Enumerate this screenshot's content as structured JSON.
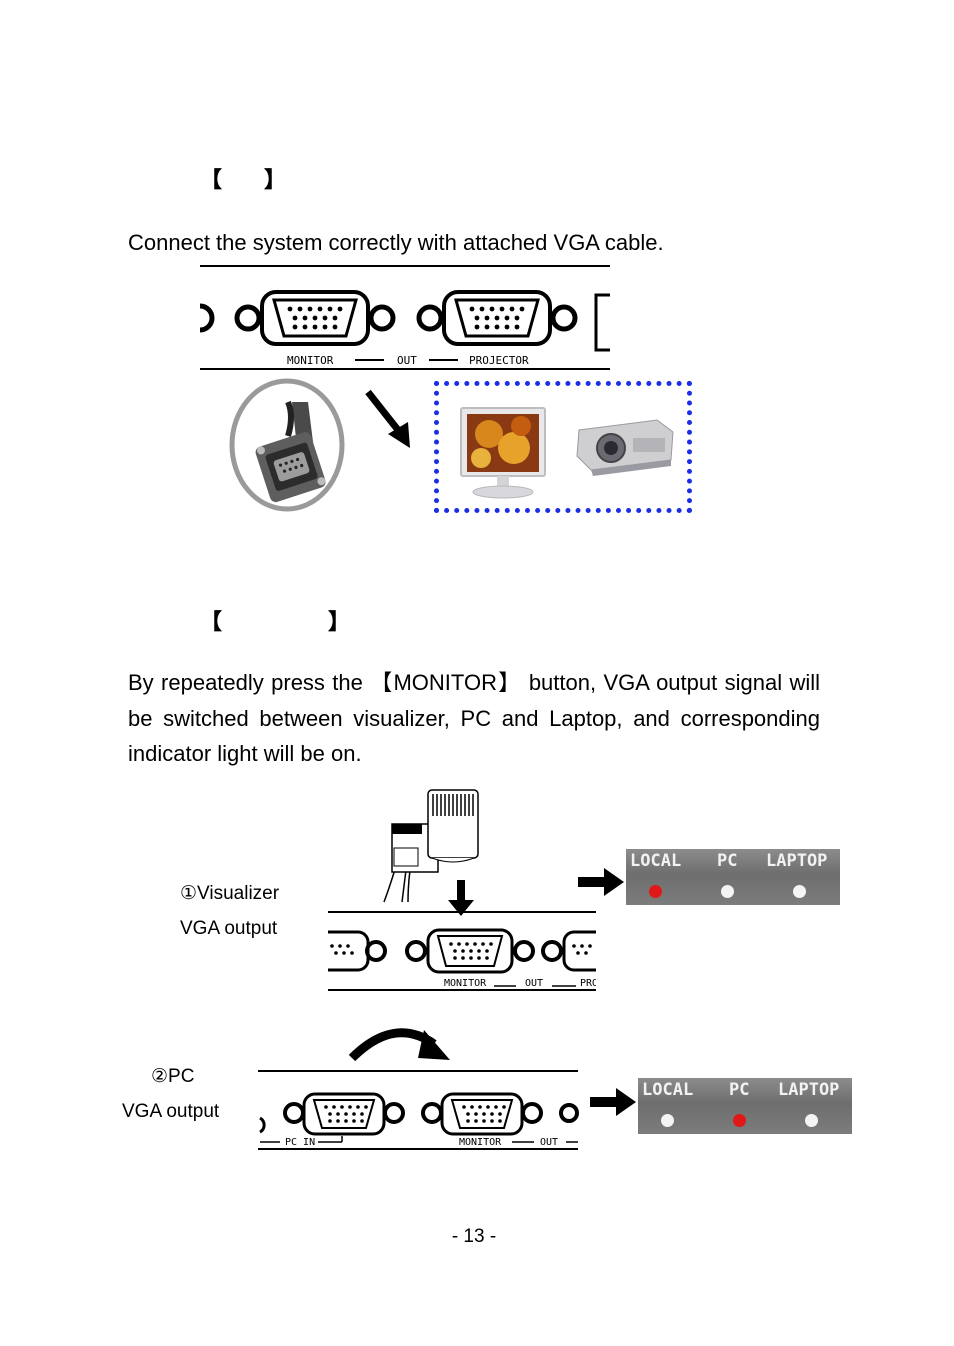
{
  "section1": {
    "bracket_open": "【",
    "bracket_close": "】",
    "intro": "Connect the system correctly with attached VGA cable.",
    "rear_panel": {
      "monitor": "MONITOR",
      "out": "OUT",
      "projector": "PROJECTOR"
    }
  },
  "section2": {
    "bracket_open": "【",
    "bracket_close": "】",
    "paragraph": "By repeatedly press the 【MONITOR】 button, VGA output signal will be switched between visualizer, PC and Laptop, and corresponding indicator light will be on."
  },
  "step1": {
    "label_line1": "①Visualizer",
    "label_line2": "VGA output",
    "rear_panel": {
      "monitor": "MONITOR",
      "out": "OUT",
      "pro": "PRO"
    },
    "indicator": {
      "local": "LOCAL",
      "pc": "PC",
      "laptop": "LAPTOP",
      "active": "LOCAL"
    }
  },
  "step2": {
    "label_line1": "②PC",
    "label_line2": "VGA output",
    "rear_panel": {
      "pc_in": "PC IN",
      "monitor": "MONITOR",
      "out": "OUT"
    },
    "indicator": {
      "local": "LOCAL",
      "pc": "PC",
      "laptop": "LAPTOP",
      "active": "PC"
    }
  },
  "page_number": "- 13 -",
  "colors": {
    "led_on": "#e01818",
    "led_off": "#f4f4f4",
    "dotted_frame": "#1a2ee8",
    "panel": "#7a7a7a"
  }
}
